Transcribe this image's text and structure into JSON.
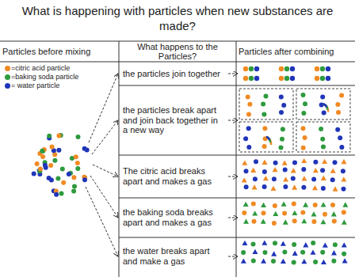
{
  "diagram": {
    "title": "What is happening with particles when new substances are made?",
    "nodes": [
      {
        "text": [
          "the particles join together"
        ]
      },
      {
        "text": [
          "the particles break apart and join back together in a new way"
        ]
      },
      {
        "text": [
          "The citric acid breaks apart and makes a gas"
        ]
      },
      {
        "text": [
          "the baking soda breaks apart and makes a gas"
        ]
      },
      {
        "text": [
          "the water breaks apart and make a gas"
        ]
      }
    ],
    "labels": [
      "Particles before mixing",
      "What happens to the Particles?",
      "Particles after combining"
    ],
    "legend": [
      {
        "text": "=citric acid particle",
        "color": "#f08a24"
      },
      {
        "text": "=baking soda particle",
        "color": "#2e9a3e"
      },
      {
        "text": "= water particle",
        "color": "#2035b8"
      }
    ]
  }
}
